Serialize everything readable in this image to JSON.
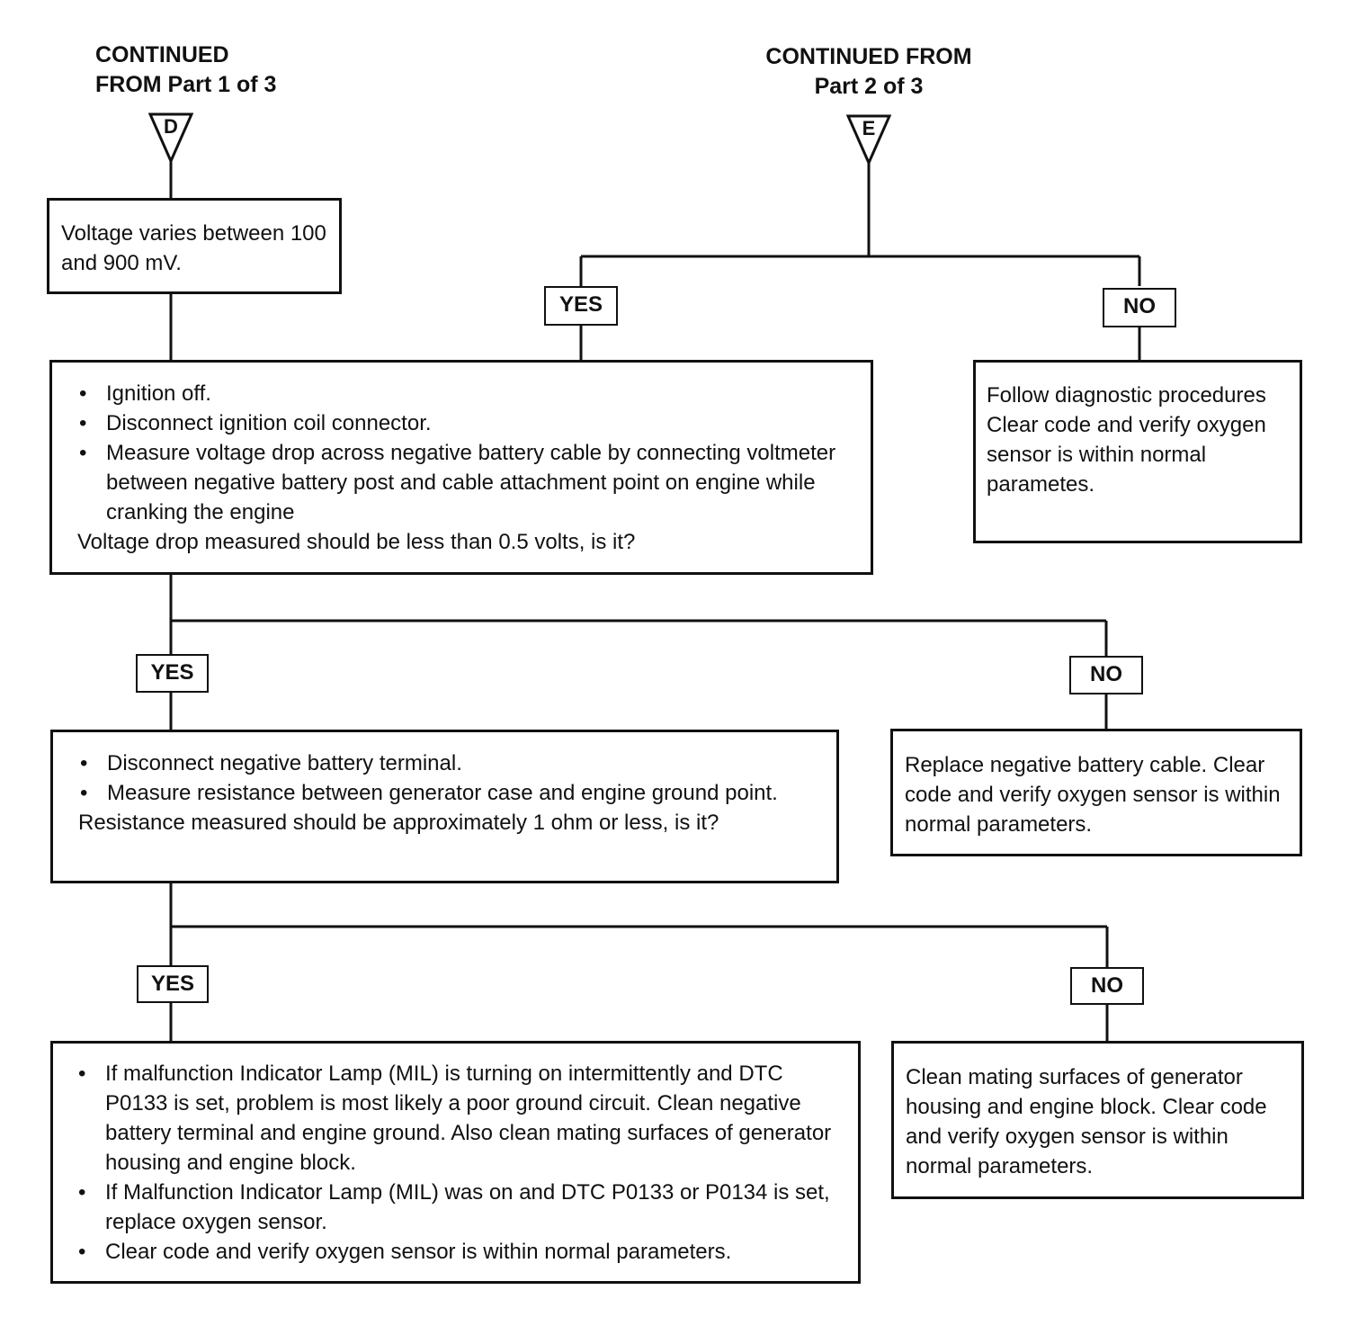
{
  "header_left": {
    "line1": "CONTINUED",
    "line2": "FROM Part 1 of 3",
    "connector": "D"
  },
  "header_right": {
    "line1": "CONTINUED FROM",
    "line2": "Part 2 of 3",
    "connector": "E"
  },
  "voltage_box": {
    "text": "Voltage varies between 100 and 900 mV."
  },
  "branch_e": {
    "yes_label": "YES",
    "no_label": "NO",
    "no_result": "Follow diagnostic procedures Clear code and verify oxygen sensor is within normal parametes."
  },
  "step1": {
    "bullets": [
      "Ignition off.",
      "Disconnect ignition coil connector.",
      "Measure voltage drop across negative battery cable by connecting voltmeter between negative battery post and cable attachment point on engine while cranking the engine"
    ],
    "question": "Voltage drop measured should be less than 0.5 volts, is it?",
    "yes_label": "YES",
    "no_label": "NO",
    "no_result": "Replace negative battery cable. Clear code and verify oxygen sensor is within normal parameters."
  },
  "step2": {
    "bullets": [
      "Disconnect negative battery terminal.",
      "Measure resistance between generator case and engine ground point."
    ],
    "question": "Resistance measured should be approximately 1 ohm or less, is it?",
    "yes_label": "YES",
    "no_label": "NO",
    "no_result": "Clean mating surfaces of generator housing and engine block. Clear code and verify oxygen sensor is within normal parameters."
  },
  "step3": {
    "bullets": [
      "If malfunction Indicator Lamp (MIL) is turning on intermittently and DTC P0133 is set, problem is most likely a poor ground circuit. Clean negative battery terminal and engine ground. Also clean mating surfaces of generator housing and engine block.",
      "If Malfunction Indicator Lamp (MIL) was on and DTC P0133 or P0134 is set, replace oxygen sensor.",
      "Clear code and verify oxygen sensor is within normal parameters."
    ]
  }
}
